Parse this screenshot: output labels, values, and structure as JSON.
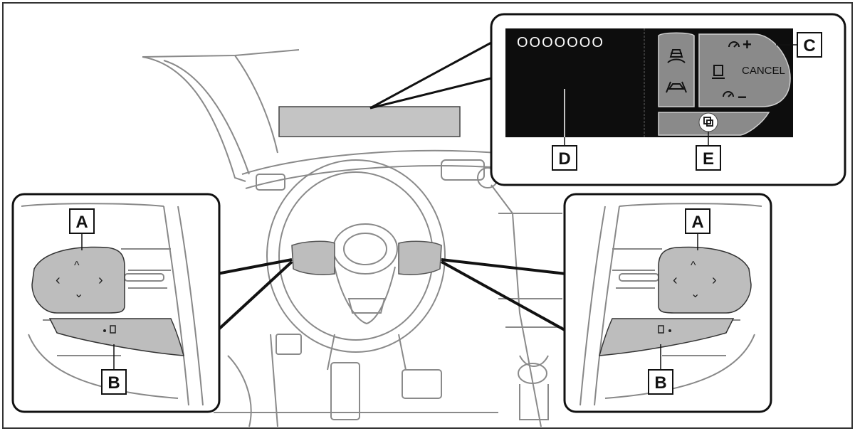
{
  "labels": {
    "A": "A",
    "B": "B",
    "C": "C",
    "D": "D",
    "E": "E"
  },
  "display": {
    "placeholder_text": "OOOOOOO"
  },
  "cruise_panel": {
    "cancel_label": "CANCEL",
    "plus_glyph": "+",
    "minus_glyph": "−"
  },
  "icons": {
    "arrow_up": "^",
    "arrow_down": "⌄",
    "arrow_left": "‹",
    "arrow_right": "›"
  },
  "colors": {
    "outline": "#1a1a1a",
    "line_art": "#777777",
    "highlight": "#bdbdbd",
    "screen": "#0d0d0d",
    "panel_button": "#8a8a8a"
  }
}
